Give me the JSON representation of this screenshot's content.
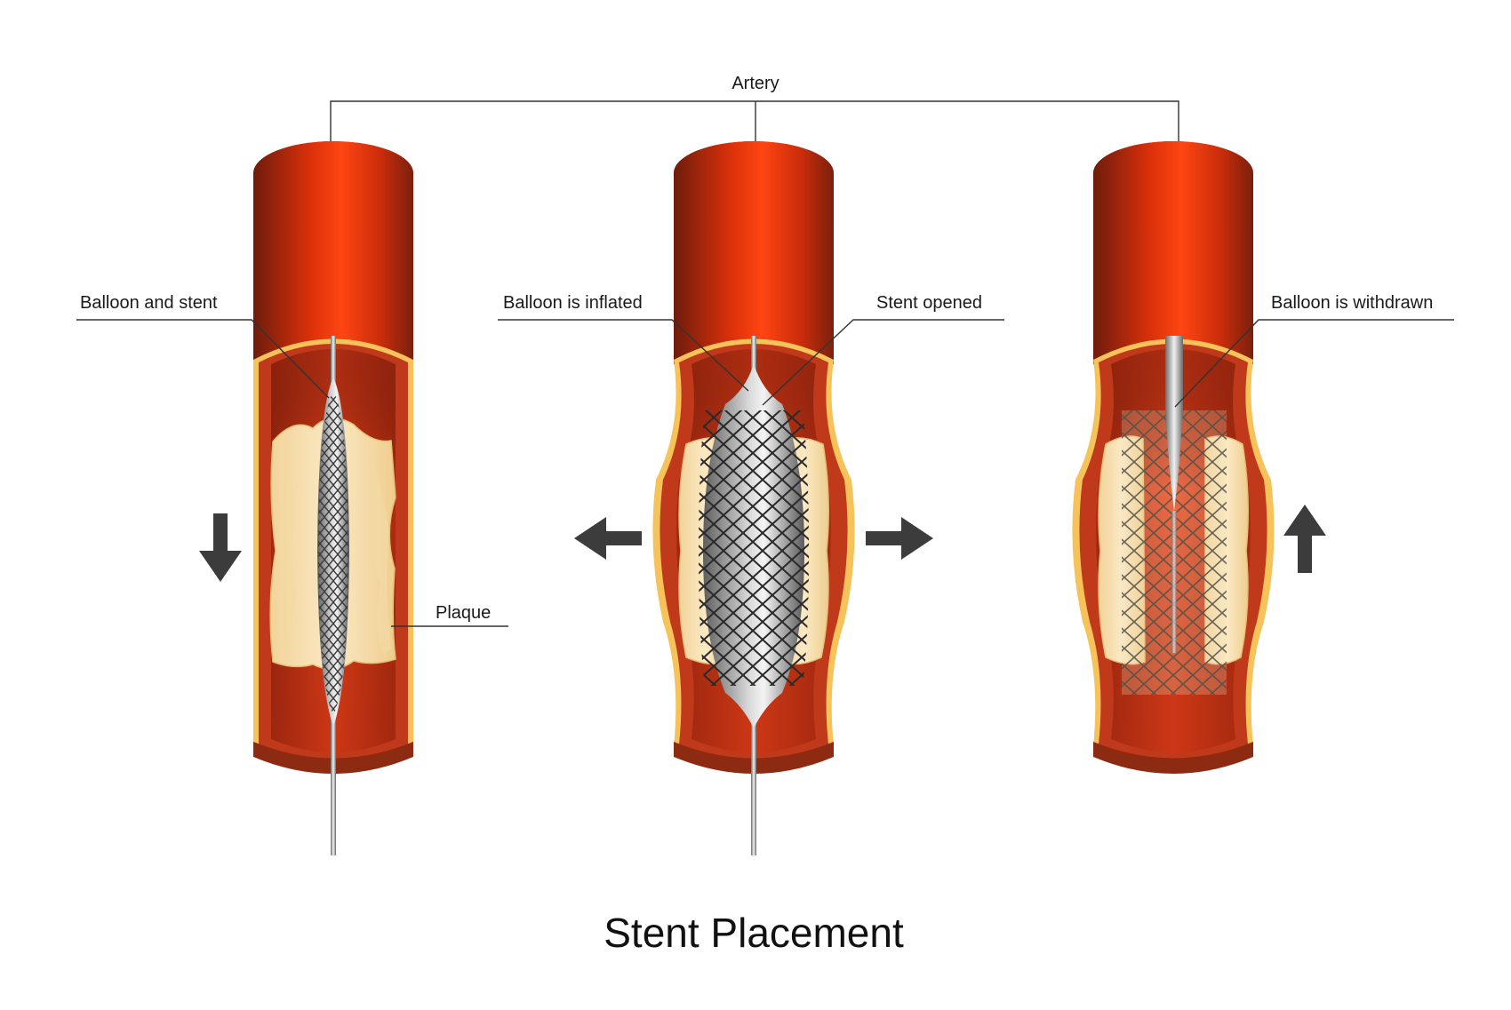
{
  "title": "Stent Placement",
  "labels": {
    "artery": "Artery",
    "balloon_and_stent": "Balloon and stent",
    "plaque": "Plaque",
    "balloon_inflated": "Balloon is inflated",
    "stent_opened": "Stent opened",
    "balloon_withdrawn": "Balloon is withdrawn"
  },
  "panels": [
    {
      "stage": "insertion",
      "motion_arrow": "down-arrow-icon"
    },
    {
      "stage": "inflation",
      "motion_arrow": "left-right-arrow-icons"
    },
    {
      "stage": "withdrawal",
      "motion_arrow": "up-arrow-icon"
    }
  ],
  "colors": {
    "artery_wall": "#d9300a",
    "artery_dark": "#6e1c0c",
    "fat_layer": "#f6c25a",
    "plaque": "#f6dfae",
    "stent": "#8c8c8c",
    "arrow": "#3c3c3c"
  }
}
